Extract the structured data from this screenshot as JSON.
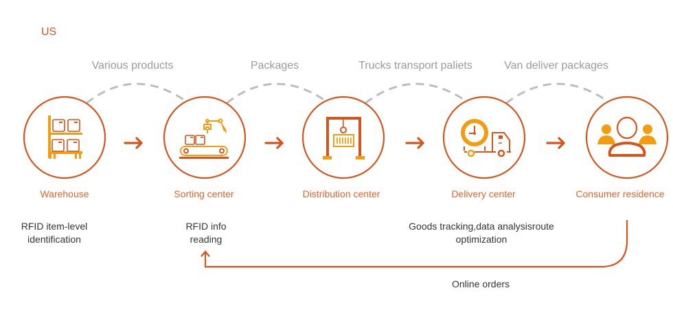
{
  "region": "US",
  "colors": {
    "accent_dark": "#d4541c",
    "accent_orange": "#f39c12",
    "label_orange": "#e0642a",
    "dashed_gray": "#bdbdbd",
    "route_label_gray": "#9a9a9a",
    "text_dark": "#333333"
  },
  "routes": [
    {
      "label": "Various products"
    },
    {
      "label": "Packages"
    },
    {
      "label": "Trucks transport paliets"
    },
    {
      "label": "Van deliver packages"
    }
  ],
  "nodes": [
    {
      "label": "Warehouse",
      "icon": "warehouse-shelf-icon",
      "desc": [
        "RFID item-level",
        "identification"
      ]
    },
    {
      "label": "Sorting center",
      "icon": "robot-arm-conveyor-icon",
      "desc": [
        "RFID info",
        "reading"
      ]
    },
    {
      "label": "Distribution center",
      "icon": "gantry-crane-container-icon",
      "desc": []
    },
    {
      "label": "Delivery center",
      "icon": "clock-truck-icon",
      "desc": [
        "Goods tracking,data analysisroute",
        "optimization"
      ]
    },
    {
      "label": "Consumer residence",
      "icon": "consumers-group-icon",
      "desc": []
    }
  ],
  "flow_arrows": [
    "arrow-right-icon",
    "arrow-right-icon",
    "arrow-right-icon",
    "arrow-right-icon"
  ],
  "return_flow": {
    "label": "Online orders"
  }
}
